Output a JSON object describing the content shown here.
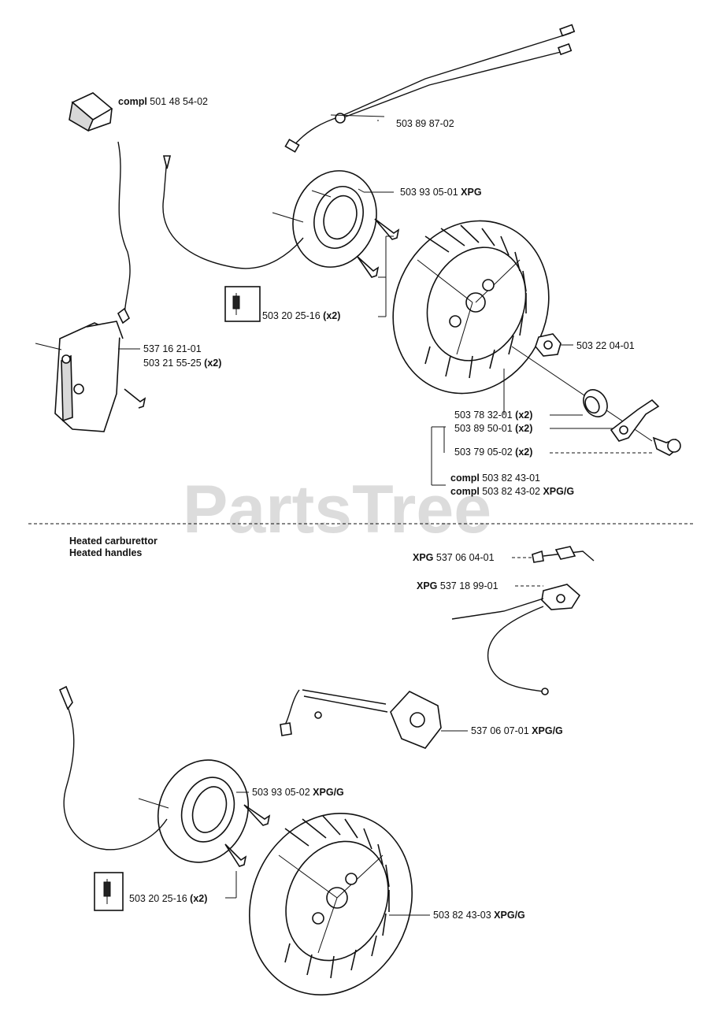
{
  "watermark": "PartsTree",
  "section_labels": [
    "Heated carburettor",
    "Heated handles"
  ],
  "callouts": [
    {
      "id": "ignition-cap",
      "prefix": "compl",
      "number": "501 48 54-02",
      "suffix": ""
    },
    {
      "id": "cable",
      "prefix": "",
      "number": "503 89 87-02",
      "suffix": ""
    },
    {
      "id": "flywheel-coil-1",
      "prefix": "",
      "number": "503 93 05-01",
      "suffix": "XPG"
    },
    {
      "id": "screw-1",
      "prefix": "",
      "number": "503 20 25-16",
      "suffix": "(x2)"
    },
    {
      "id": "ignition-module-a",
      "prefix": "",
      "number": "537 16 21-01",
      "suffix": ""
    },
    {
      "id": "ignition-module-b",
      "prefix": "",
      "number": "503 21 55-25",
      "suffix": "(x2)"
    },
    {
      "id": "nut",
      "prefix": "",
      "number": "503 22 04-01",
      "suffix": ""
    },
    {
      "id": "spring",
      "prefix": "",
      "number": "503 78 32-01",
      "suffix": "(x2)"
    },
    {
      "id": "pawl",
      "prefix": "",
      "number": "503 89 50-01",
      "suffix": "(x2)"
    },
    {
      "id": "pin",
      "prefix": "",
      "number": "503 79 05-02",
      "suffix": "(x2)"
    },
    {
      "id": "flywheel-compl-a",
      "prefix": "compl",
      "number": "503 82 43-01",
      "suffix": ""
    },
    {
      "id": "flywheel-compl-b",
      "prefix": "compl",
      "number": "503 82 43-02",
      "suffix": "XPG/G"
    },
    {
      "id": "heater-1",
      "prefix": "XPG",
      "number": "537 06 04-01",
      "suffix": ""
    },
    {
      "id": "heater-2",
      "prefix": "XPG",
      "number": "537 18 99-01",
      "suffix": ""
    },
    {
      "id": "heater-plate",
      "prefix": "",
      "number": "537 06 07-01",
      "suffix": "XPG/G"
    },
    {
      "id": "flywheel-coil-2",
      "prefix": "",
      "number": "503 93 05-02",
      "suffix": "XPG/G"
    },
    {
      "id": "screw-2",
      "prefix": "",
      "number": "503 20 25-16",
      "suffix": "(x2)"
    },
    {
      "id": "flywheel-2",
      "prefix": "",
      "number": "503 82 43-03",
      "suffix": "XPG/G"
    }
  ]
}
